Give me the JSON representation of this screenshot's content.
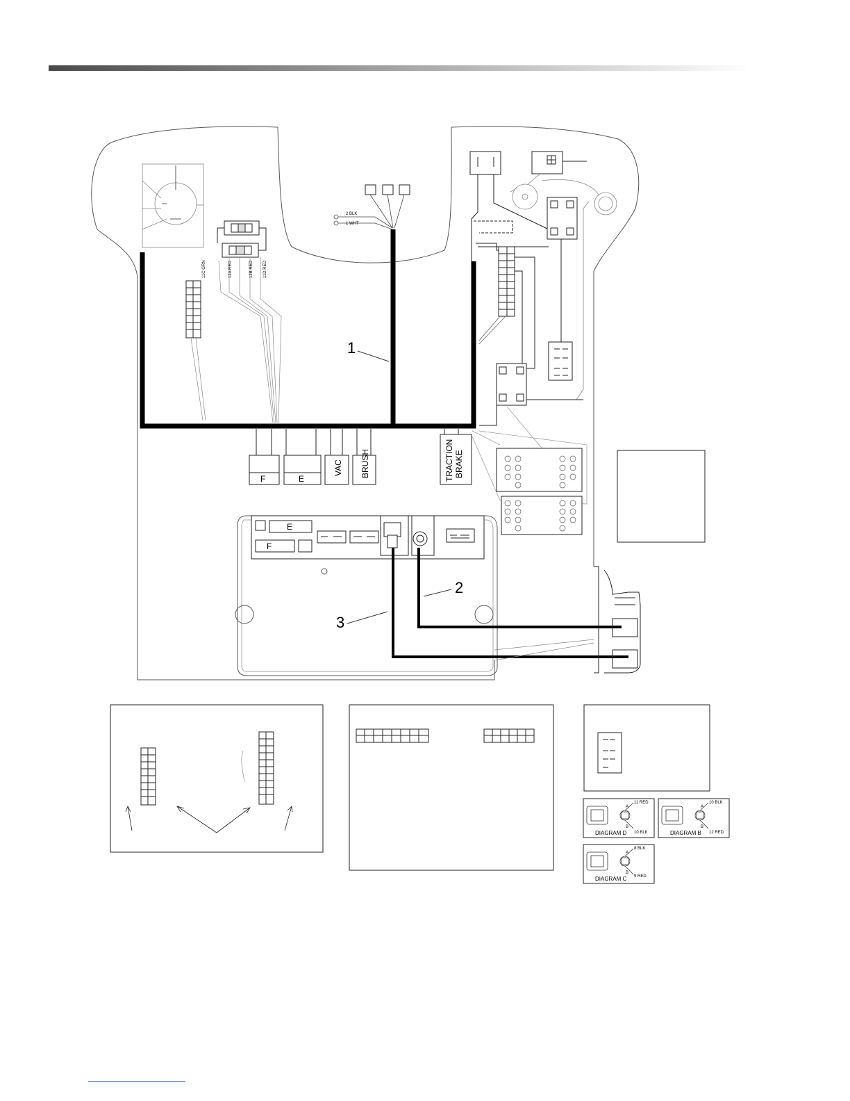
{
  "header": {
    "accent": "#555555"
  },
  "callouts": {
    "c1": "1",
    "c2": "2",
    "c3": "3"
  },
  "wires": {
    "w_blk": "2 BLK",
    "w_wht": "1 WHT"
  },
  "fuse_wires": {
    "a": "11C GRN",
    "b": "12A RED",
    "c": "12B RED",
    "d": "11D RED"
  },
  "connectors": {
    "f": "F",
    "e": "E",
    "vac": "VAC",
    "brush": "BRUSH",
    "traction_1": "TRACTION",
    "traction_2": "BRAKE"
  },
  "controller": {
    "e": "E",
    "f": "F"
  },
  "diagrams": {
    "d": {
      "title": "DIAGRAM D",
      "a": "A",
      "b": "B",
      "top": "11 RED",
      "bottom": "10 BLK"
    },
    "b": {
      "title": "DIAGRAM B",
      "a": "A",
      "b": "B",
      "top": "10 BLK",
      "bottom": "12 RED"
    },
    "c": {
      "title": "DIAGRAM C",
      "a": "A",
      "b": "B",
      "top": "8 BLK",
      "bottom": "9 RED"
    }
  },
  "colors": {
    "harness": "#000000",
    "line": "#333333",
    "light": "#9a9a9a"
  }
}
